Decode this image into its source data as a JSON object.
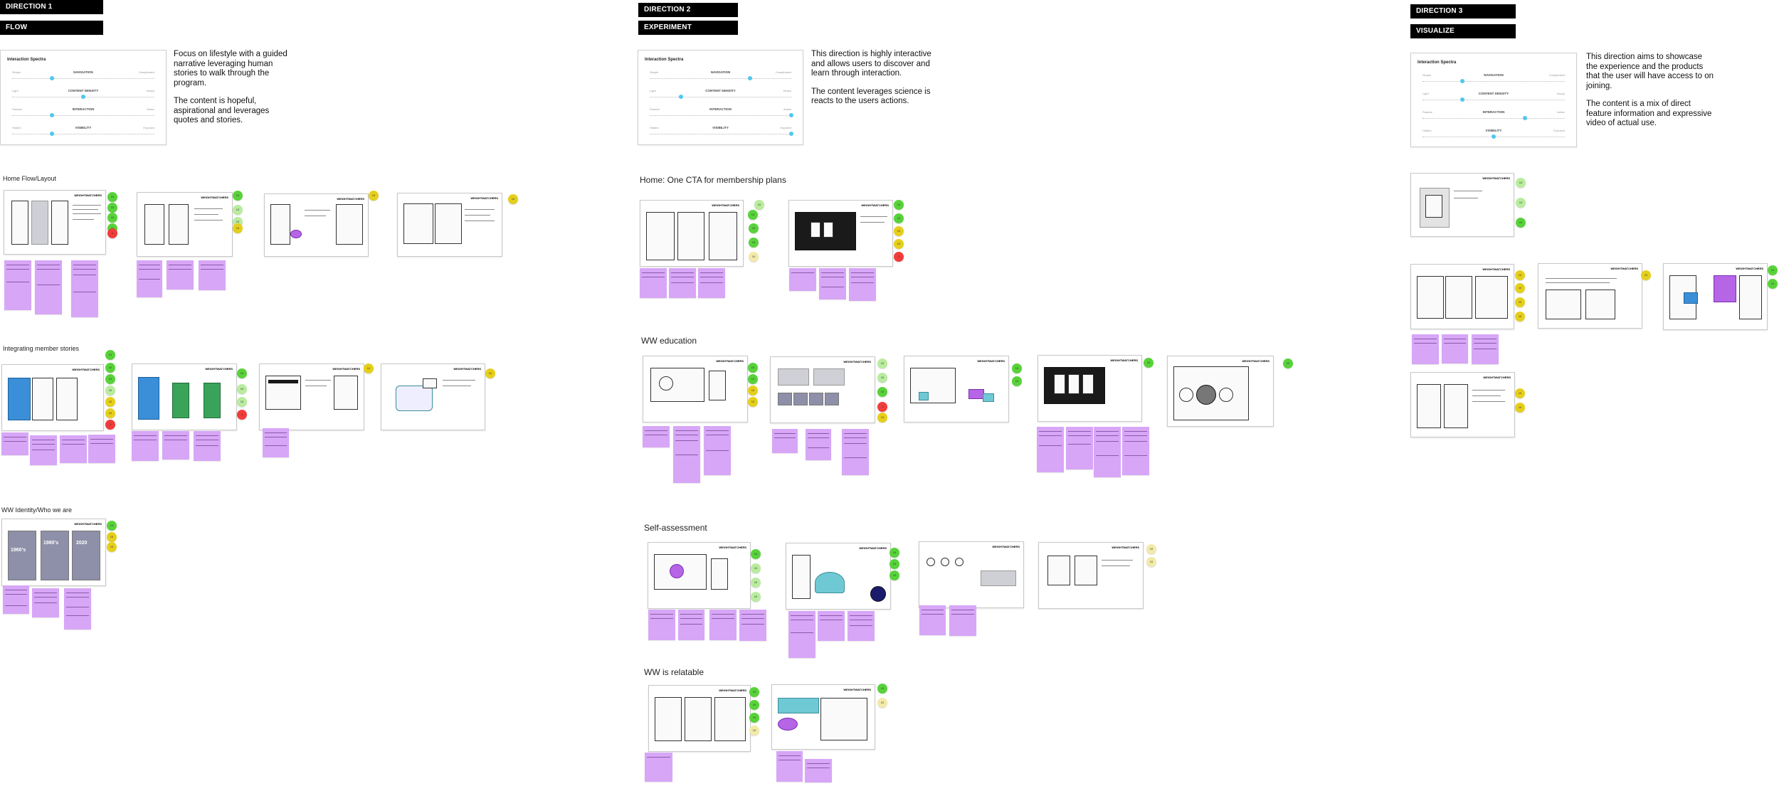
{
  "directions": [
    {
      "title": "DIRECTION 1",
      "subtitle": "FLOW",
      "spectra_title": "Interaction Spectra",
      "paragraphs": [
        "Focus on lifestyle with a guided narrative leveraging human stories to walk through the program.",
        "The content is hopeful, aspirational and leverages quotes and stories."
      ]
    },
    {
      "title": "DIRECTION 2",
      "subtitle": "EXPERIMENT",
      "spectra_title": "Interaction Spectra",
      "paragraphs": [
        "This direction is highly interactive and allows users to discover and learn through interaction.",
        "The content leverages science is reacts to the users actions."
      ]
    },
    {
      "title": "DIRECTION 3",
      "subtitle": "VISUALIZE",
      "spectra_title": "Interaction Spectra",
      "paragraphs": [
        "This direction aims to showcase the experience and the products that the user will have access to on joining.",
        "The content is a mix of direct feature information and expressive video of actual use."
      ]
    }
  ],
  "spectra_rows": [
    "NAVIGATION",
    "CONTENT DENSITY",
    "INTERACTION",
    "VISIBILITY"
  ],
  "sections": {
    "home_flow": "Home Flow/Layout",
    "integrating": "Integrating member stories",
    "identity": "WW Identity/Who we are",
    "home_cta": "Home: One CTA for membership plans",
    "education": "WW education",
    "self_assessment": "Self-assessment",
    "relatable": "WW is relatable"
  },
  "frame_logo": "WEIGHTWATCHERS",
  "identity_years": [
    "1960's",
    "1980's",
    "2020"
  ]
}
